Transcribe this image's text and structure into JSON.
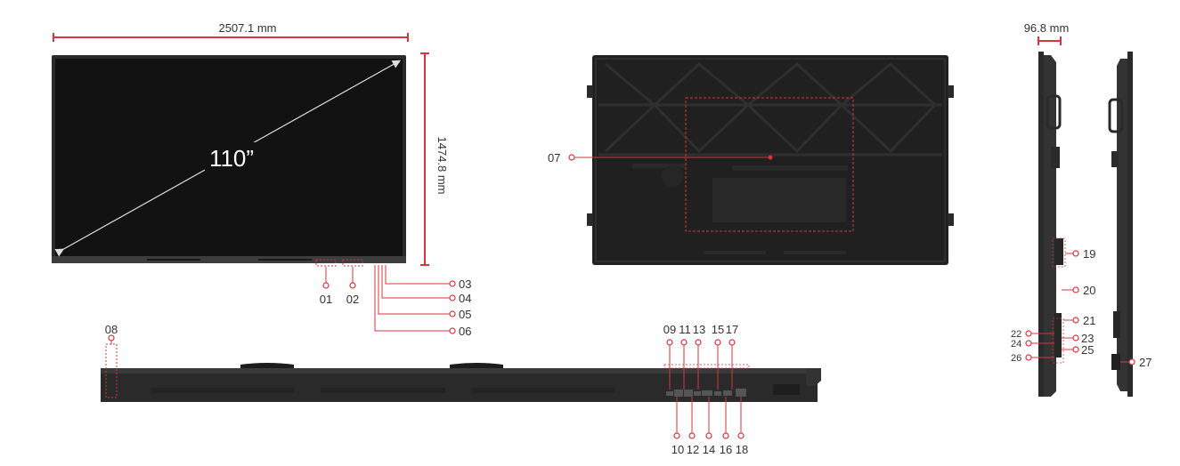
{
  "colors": {
    "accent": "#d8343d",
    "panel": "#1a1a1a",
    "bezel": "#3a3a3a",
    "label": "#333333"
  },
  "dimensions": {
    "width": "2507.1 mm",
    "height": "1474.8 mm",
    "diagonal": "110”",
    "depth": "96.8 mm"
  },
  "callouts": {
    "c01": "01",
    "c02": "02",
    "c03": "03",
    "c04": "04",
    "c05": "05",
    "c06": "06",
    "c07": "07",
    "c08": "08",
    "c09": "09",
    "c10": "10",
    "c11": "11",
    "c12": "12",
    "c13": "13",
    "c14": "14",
    "c15": "15",
    "c16": "16",
    "c17": "17",
    "c18": "18",
    "c19": "19",
    "c20": "20",
    "c21": "21",
    "c22": "22",
    "c23": "23",
    "c24": "24",
    "c25": "25",
    "c26": "26",
    "c27": "27"
  }
}
